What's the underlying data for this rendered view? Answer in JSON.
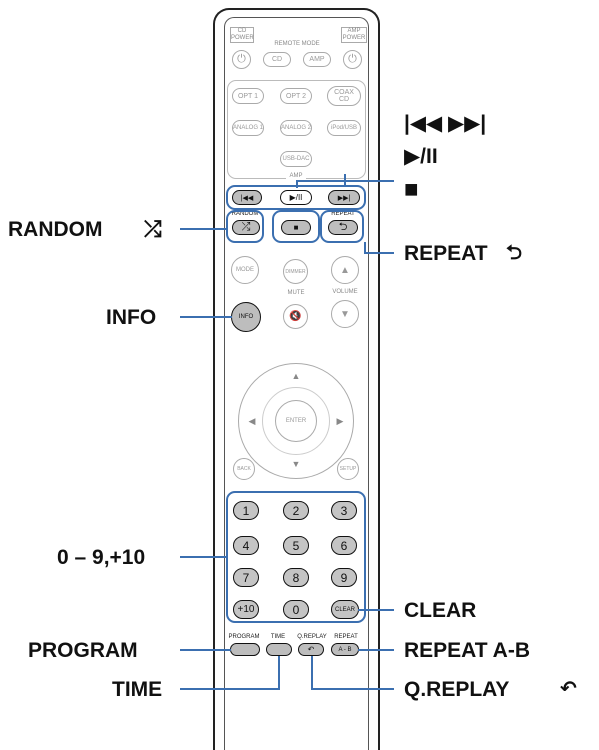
{
  "remote": {
    "cd_power": "CD\nPOWER",
    "amp_power": "AMP\nPOWER",
    "remote_mode": "REMOTE MODE",
    "cd": "CD",
    "amp": "AMP",
    "inputs": [
      "OPT 1",
      "OPT 2",
      "COAX\nCD",
      "ANALOG 1",
      "ANALOG 2",
      "iPod/USB",
      "USB-DAC"
    ],
    "amp_label": "AMP",
    "random_small": "RANDOM",
    "repeat_small": "REPEAT",
    "mode": "MODE",
    "dimmer": "DIMMER",
    "mute": "MUTE",
    "volume": "VOLUME",
    "info_small": "INFO",
    "enter": "ENTER",
    "back": "BACK",
    "setup": "SETUP",
    "numbers": [
      "1",
      "2",
      "3",
      "4",
      "5",
      "6",
      "7",
      "8",
      "9",
      "+10",
      "0"
    ],
    "clear_small": "CLEAR",
    "program_small": "PROGRAM",
    "time_small": "TIME",
    "qreplay_small": "Q.REPLAY",
    "repeat2_small": "REPEAT",
    "ab_small": "A - B"
  },
  "callouts": {
    "skip": "|◀◀ ▶▶|",
    "play_pause": "▶/II",
    "stop": "■",
    "random": "RANDOM",
    "repeat": "REPEAT",
    "info": "INFO",
    "numbers": "0 – 9,+10",
    "clear": "CLEAR",
    "program": "PROGRAM",
    "repeat_ab": "REPEAT A-B",
    "time": "TIME",
    "qreplay": "Q.REPLAY"
  }
}
